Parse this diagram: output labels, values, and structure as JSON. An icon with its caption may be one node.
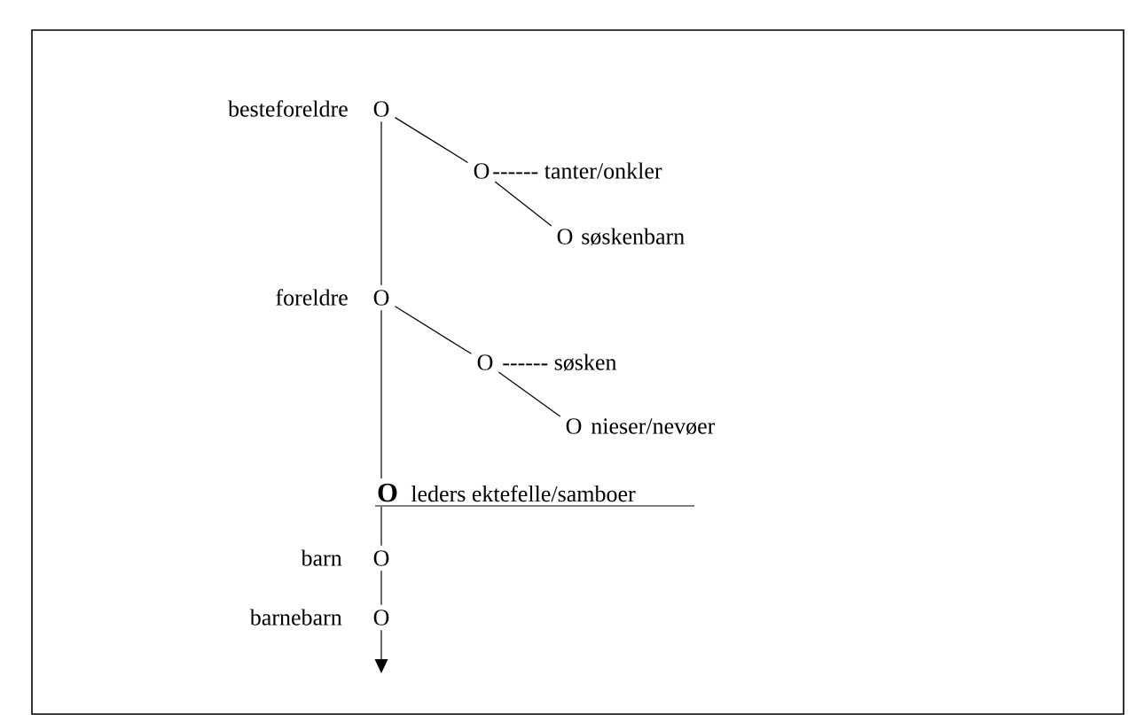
{
  "diagram": {
    "nodes": [
      {
        "text": [
          "O"
        ],
        "beside": [
          "besteforeldre"
        ]
      },
      {
        "text": [
          "O"
        ],
        "beside": [
          "------ tanter/onkler"
        ]
      },
      {
        "text": [
          "O"
        ],
        "beside": [
          "søskenbarn"
        ]
      },
      {
        "text": [
          "O"
        ],
        "beside": [
          "foreldre"
        ]
      },
      {
        "text": [
          "O"
        ],
        "beside": [
          "------ søsken"
        ]
      },
      {
        "text": [
          "O"
        ],
        "beside": [
          "nieser/nevøer"
        ]
      },
      {
        "text": [
          "O"
        ],
        "beside": [
          "leders ektefelle/samboer"
        ]
      },
      {
        "text": [
          "O"
        ],
        "beside": [
          "barn"
        ]
      },
      {
        "text": [
          "O"
        ],
        "beside": [
          "barnebarn"
        ]
      }
    ],
    "edges": [
      {
        "from": 0,
        "to": 1,
        "arrow": "none"
      },
      {
        "from": 1,
        "to": 2,
        "arrow": "none"
      },
      {
        "from": 0,
        "to": 3,
        "arrow": "none"
      },
      {
        "from": 3,
        "to": 4,
        "arrow": "none"
      },
      {
        "from": 4,
        "to": 5,
        "arrow": "none"
      },
      {
        "from": 3,
        "to": 6,
        "arrow": "none"
      },
      {
        "from": 6,
        "to": 7,
        "arrow": "none"
      },
      {
        "from": 7,
        "to": 8,
        "arrow": "none"
      },
      {
        "from": 8,
        "to": null,
        "arrow": "to"
      }
    ]
  }
}
